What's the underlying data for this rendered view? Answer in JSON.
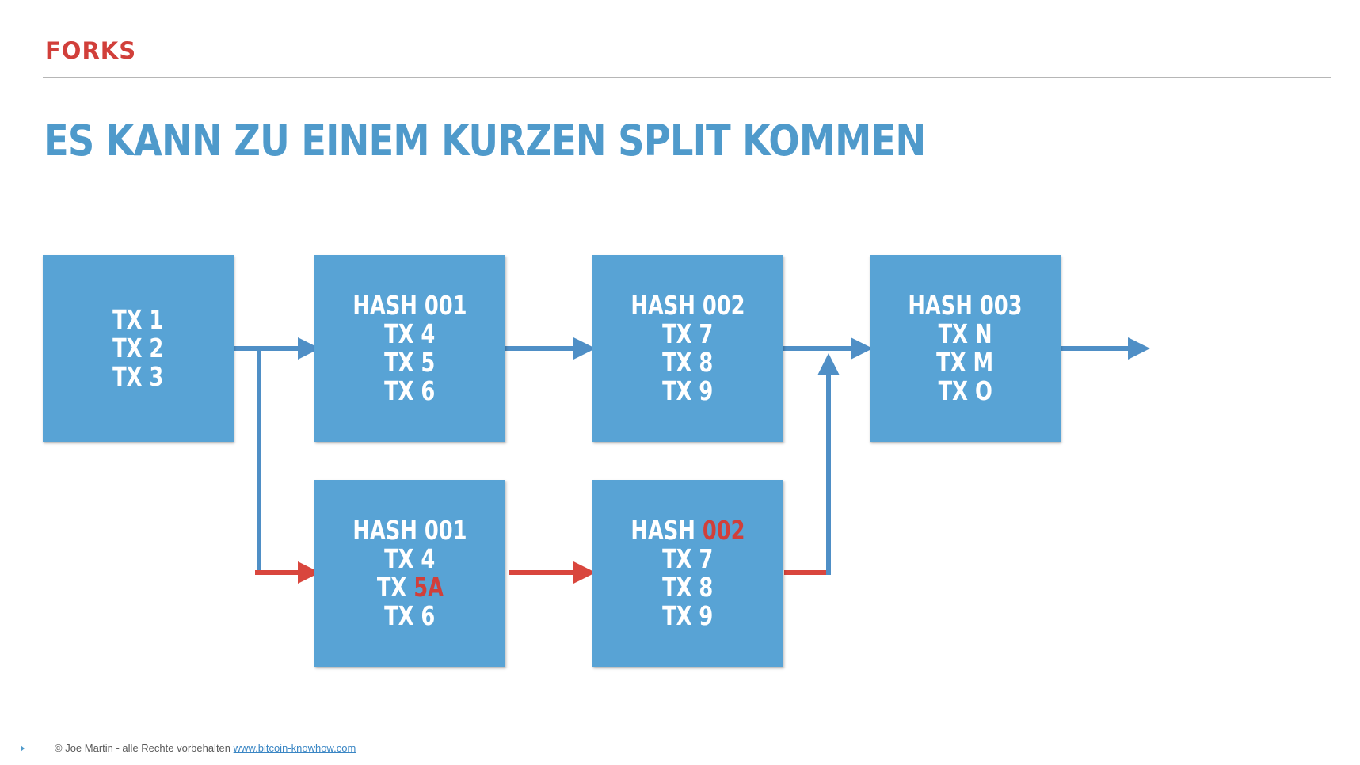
{
  "slide": {
    "section": "FORKS",
    "headline": "ES KANN ZU EINEM KURZEN SPLIT KOMMEN"
  },
  "blocks": {
    "genesis": {
      "l1": "TX 1",
      "l2": "TX 2",
      "l3": "TX 3"
    },
    "main1": {
      "hash_label": "HASH",
      "hash_value": "001",
      "l2": "TX 4",
      "l3": "TX 5",
      "l4": "TX 6"
    },
    "main2": {
      "hash_label": "HASH",
      "hash_value": "002",
      "l2": "TX 7",
      "l3": "TX 8",
      "l4": "TX 9"
    },
    "main3": {
      "hash_label": "HASH",
      "hash_value": "003",
      "l2": "TX N",
      "l3": "TX M",
      "l4": "TX O"
    },
    "fork1": {
      "hash_label": "HASH",
      "hash_value": "001",
      "l2": "TX 4",
      "l3_prefix": "TX",
      "l3_value": "5A",
      "l4": "TX 6"
    },
    "fork2": {
      "hash_label": "HASH",
      "hash_value": "002",
      "l2": "TX 7",
      "l3": "TX 8",
      "l4": "TX 9"
    }
  },
  "colors": {
    "main_chain": "#4f8fc6",
    "fork_chain": "#d9463d",
    "block_fill": "#58a3d5",
    "accent": "#d13f3a"
  },
  "footer": {
    "copyright": "© Joe Martin - alle Rechte vorbehalten",
    "link": "www.bitcoin-knowhow.com"
  }
}
